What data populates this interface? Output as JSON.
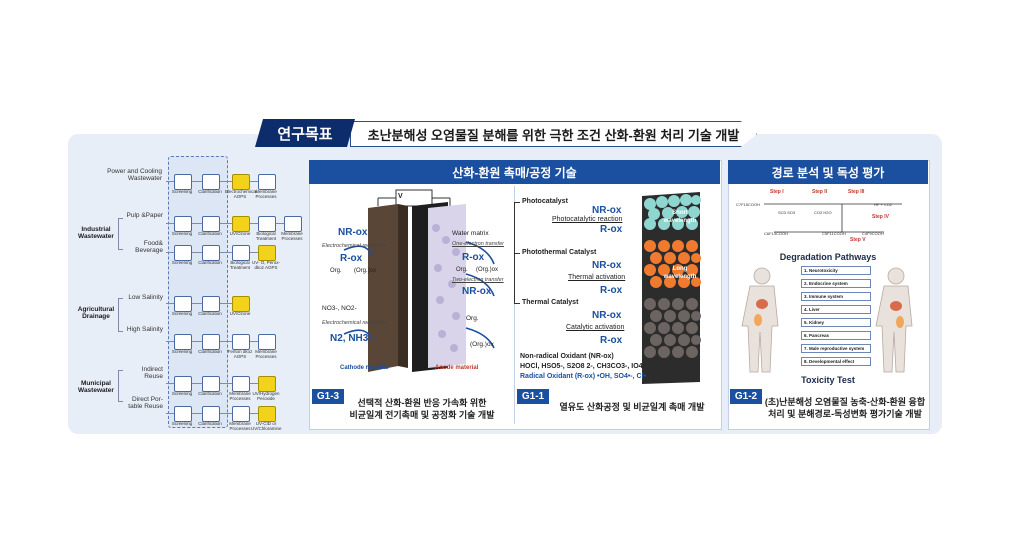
{
  "header": {
    "tag": "연구목표",
    "goal": "초난분해성 오염물질 분해를 위한 극한 조건 산화-환원 처리 기술 개발"
  },
  "flowchart": {
    "sources": [
      {
        "label": "Power and Cooling Wastewater"
      },
      {
        "label": "Pulp &Paper"
      },
      {
        "label": "Food& Beverage"
      },
      {
        "label": "Low Salinity"
      },
      {
        "label": "High Salinity"
      },
      {
        "label": "Indirect Reuse"
      },
      {
        "label": "Direct Por- table Reuse"
      }
    ],
    "groups": [
      "Industrial Wastewater",
      "Agricultural Drainage",
      "Municipal Wastewater"
    ],
    "step1": "Screening",
    "step2": "Clarification",
    "row_nodes": [
      [
        "Electrochemical AOPS",
        "Membrane Processes"
      ],
      [
        "UV/Ozone",
        "Biological Treatment",
        "Membrane Processes"
      ],
      [
        "Biological Treatment",
        "UV- O, Perox-dkoz AOPS"
      ],
      [
        "UV/Ozone"
      ],
      [
        "Fenton dkoz AOPS",
        "Membrane Processes"
      ],
      [
        "Membrane Processes",
        "UV/Hydrogen Peroxide"
      ],
      [
        "Membrane Processes",
        "UV-CID or UV/Chloramine"
      ]
    ]
  },
  "panel_center": {
    "title": "산화-환원 촉매/공정 기술",
    "left": {
      "voltage": "V",
      "nr_ox": "NR-ox",
      "electrochemical_reduction": "Electrochemical reduction",
      "r_ox": "R-ox",
      "org1": "Org.",
      "org1_ox": "(Org.)ox",
      "no3": "NO3-, NO2-",
      "electrochemical_reduction2": "Electrochemical reduction",
      "n2": "N2, NH3",
      "water_matrix": "Water matrix",
      "one_electron": "One-electron transfer",
      "r_ox_right": "R-ox",
      "org2": "Org.",
      "org2_ox": "(Org.)ox",
      "two_electron": "Two-electron transfer",
      "nr_ox_right": "NR-ox",
      "org3": "Org.",
      "org3_ox": "(Org.)ox",
      "cathode": "Cathode material",
      "anode": "Anode material",
      "badge": "G1-3",
      "desc1": "선택적 산화-환원 반응 가속화 위한",
      "desc2": "비균일계 전기촉매 및 공정화 기술 개발"
    },
    "right": {
      "photocatalyst": "Photocatalyst",
      "nr_ox1": "NR-ox",
      "photocatalytic_reaction": "Photocatalytic reaction",
      "r_ox1": "R-ox",
      "photothermal": "Photothermal Catalyst",
      "nr_ox2": "NR-ox",
      "thermal_activation": "Thermal activation",
      "r_ox2": "R-ox",
      "thermal": "Thermal Catalyst",
      "nr_ox3": "NR-ox",
      "catalytic_activation": "Catalytic activation",
      "r_ox3": "R-ox",
      "short_wave": "Short wavelength",
      "long_wave": "Long wavelength",
      "non_radical": "Non-radical Oxidant (NR-ox)",
      "species": "HOCl, HSO5-, S2O8 2-, CH3CO3-, IO4-",
      "radical": "Radical Oxidant (R-ox) •OH, SO4•-, Cl•",
      "badge": "G1-1",
      "desc": "열유도 산화공정 및 비균일계 촉매 개발"
    }
  },
  "panel_right": {
    "title": "경로 분석 및 독성 평가",
    "pathway_caption": "Degradation Pathways",
    "steps": [
      "Step I",
      "Step II",
      "Step III",
      "Step IV",
      "Step V"
    ],
    "toxicity_items": [
      "1. Neurotoxicity",
      "2. Endocrine system",
      "3. Immune system",
      "4. Liver",
      "5. Kidney",
      "6. Pancreas",
      "7. Male reproductive system",
      "8. Developmental effect"
    ],
    "toxicity_caption": "Toxicity Test",
    "badge": "G1-2",
    "desc1": "(초)난분해성 오염물질 농축-산화-환원 융합",
    "desc2": "처리 및 분해경로-독성변화 평가기술 개발"
  },
  "colors": {
    "navy": "#0d2c6b",
    "blue": "#1b4fa0",
    "orange": "#f07a30",
    "teal": "#6fc9c4"
  }
}
